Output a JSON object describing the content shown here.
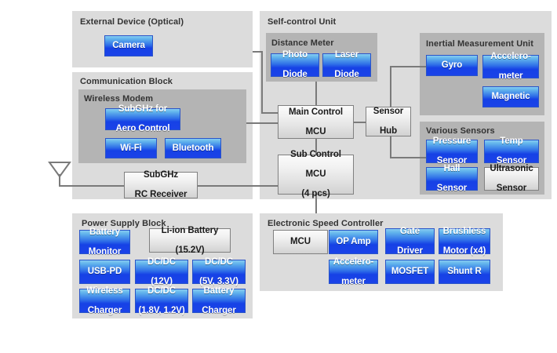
{
  "diagram": {
    "title": "Drone System Block Diagram",
    "colors": {
      "panel_bg": "#dcdcdc",
      "panel_inner_bg": "#b4b4b4",
      "block_blue_top": "#86ccf2",
      "block_blue_bottom": "#1b43e8",
      "block_grey": "#f2f2f2",
      "line": "#7a7a7a",
      "page_bg": "#ffffff"
    },
    "panels": {
      "external_device": {
        "title": "External Device (Optical)"
      },
      "communication_block": {
        "title": "Communication Block"
      },
      "wireless_modem": {
        "title": "Wireless Modem"
      },
      "self_control_unit": {
        "title": "Self-control Unit"
      },
      "distance_meter": {
        "title": "Distance Meter"
      },
      "imu": {
        "title": "Inertial Measurement Unit"
      },
      "various_sensors": {
        "title": "Various Sensors"
      },
      "power_supply_block": {
        "title": "Power Supply Block"
      },
      "esc": {
        "title": "Electronic Speed Controller"
      }
    },
    "blocks": {
      "camera": "Camera",
      "subghz_aero": "SubGHz for\nAero Control",
      "subghz_aero_l1": "SubGHz for",
      "subghz_aero_l2": "Aero Control",
      "wifi": "Wi-Fi",
      "bluetooth": "Bluetooth",
      "rc_receiver_l1": "SubGHz",
      "rc_receiver_l2": "RC Receiver",
      "photo_diode_l1": "Photo",
      "photo_diode_l2": "Diode",
      "laser_diode_l1": "Laser",
      "laser_diode_l2": "Diode",
      "main_mcu_l1": "Main Control",
      "main_mcu_l2": "MCU",
      "sub_mcu_l1": "Sub Control",
      "sub_mcu_l2": "MCU",
      "sub_mcu_l3": "(4 pcs)",
      "sensor_hub_l1": "Sensor",
      "sensor_hub_l2": "Hub",
      "gyro": "Gyro",
      "accelerometer_l1": "Accelero-",
      "accelerometer_l2": "meter",
      "magnetic": "Magnetic",
      "pressure_sensor_l1": "Pressure",
      "pressure_sensor_l2": "Sensor",
      "temp_sensor_l1": "Temp",
      "temp_sensor_l2": "Sensor",
      "hall_sensor_l1": "Hall",
      "hall_sensor_l2": "Sensor",
      "ultrasonic_sensor_l1": "Ultrasonic",
      "ultrasonic_sensor_l2": "Sensor",
      "battery_monitor_l1": "Battery",
      "battery_monitor_l2": "Monitor",
      "liion_battery_l1": "Li-ion Battery",
      "liion_battery_l2": "(15.2V)",
      "usb_pd": "USB-PD",
      "dcdc_12v_l1": "DC/DC",
      "dcdc_12v_l2": "(12V)",
      "dcdc_5v_l1": "DC/DC",
      "dcdc_5v_l2": "(5V, 3.3V)",
      "wireless_charger_l1": "Wireless",
      "wireless_charger_l2": "Charger",
      "dcdc_18v_l1": "DC/DC",
      "dcdc_18v_l2": "(1.8V, 1.2V)",
      "battery_charger_l1": "Battery",
      "battery_charger_l2": "Charger",
      "esc_mcu": "MCU",
      "op_amp": "OP Amp",
      "gate_driver_l1": "Gate",
      "gate_driver_l2": "Driver",
      "brushless_motor_l1": "Brushless",
      "brushless_motor_l2": "Motor (x4)",
      "esc_accel_l1": "Accelero-",
      "esc_accel_l2": "meter",
      "mosfet": "MOSFET",
      "shunt_r": "Shunt R"
    },
    "icons": {
      "antenna": "antenna-icon"
    }
  }
}
